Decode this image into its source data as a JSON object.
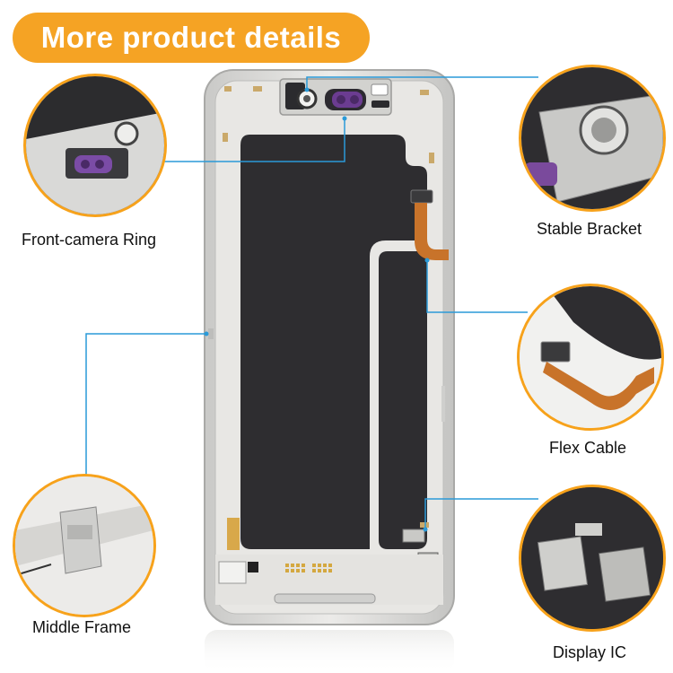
{
  "banner": {
    "title": "More product details"
  },
  "callouts": {
    "front_camera_ring": "Front-camera Ring",
    "stable_bracket": "Stable Bracket",
    "flex_cable": "Flex Cable",
    "middle_frame": "Middle Frame",
    "display_ic": "Display IC"
  },
  "colors": {
    "accent": "#f5a324",
    "leader_line": "#2a9ad8",
    "panel": "#2e2d30",
    "frame": "#d9d9d7"
  }
}
